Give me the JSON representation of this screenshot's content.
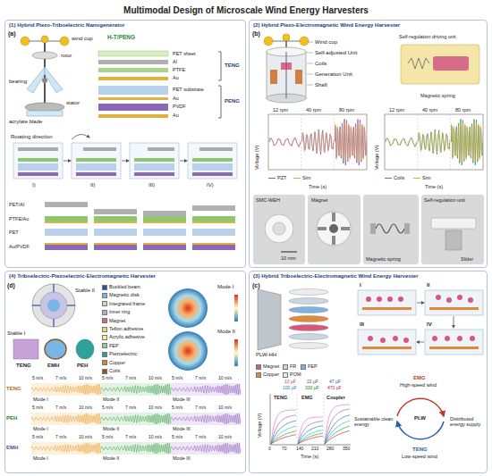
{
  "diagram": {
    "title": "Multimodal Design of Microscale Wind Energy Harvesters",
    "nodes": [
      {
        "text": [
          "(1) Hybrid Piezo-Triboelectric Nanogenerator"
        ]
      },
      {
        "text": [
          "(2) Hybrid Piezo-Electromagnetic Wind Energy Harvester"
        ]
      },
      {
        "text": [
          "(4) Triboelectric-Piezoelectric-Electromagnetic Harvester"
        ]
      },
      {
        "text": [
          "(3) Hybrid Triboelectric-Electromagnetic Wind Energy Harvester"
        ]
      }
    ],
    "labels": [
      "(a)",
      "wind cup",
      "rotor",
      "bearing",
      "acrylate blade",
      "stator",
      "H-T/PENG",
      "PET sheet",
      "Al",
      "PTFE",
      "Au",
      "PET substrate",
      "Au",
      "PVDF",
      "Au",
      "TENG",
      "PENG",
      "Rotating direction",
      "I)",
      "II)",
      "III)",
      "IV)",
      "PET/Al",
      "PTFE/Au",
      "PET",
      "Au/PVDF",
      "(b)",
      "Wind cup",
      "Self-adjusted Unit",
      "Coils",
      "Generation Unit",
      "Shaft",
      "Self-regulation driving unit",
      "Magnetic spring",
      "12 rpm",
      "40 rpm",
      "80 rpm",
      "12 rpm",
      "40 rpm",
      "80 rpm",
      "Voltage (V)",
      "Time (s)",
      "Voltage (V)",
      "Time (s)",
      "SMC-WEH",
      "10 mm",
      "Magnet",
      "Magnetic spring",
      "Self-regulation unit",
      "Slider",
      "(d)",
      "Stable I",
      "Stable II",
      "TENG",
      "EMH",
      "PEH",
      "Mode I",
      "Mode II",
      "TENG",
      "5 m/s",
      "7 m/s",
      "10 m/s",
      "5 m/s",
      "7 m/s",
      "10 m/s",
      "5 m/s",
      "7 m/s",
      "10 m/s",
      "Mode I",
      "Mode II",
      "Mode III",
      "PEH",
      "5 m/s",
      "7 m/s",
      "10 m/s",
      "5 m/s",
      "7 m/s",
      "10 m/s",
      "5 m/s",
      "7 m/s",
      "10 m/s",
      "Mode I",
      "Mode II",
      "Mode III",
      "EMH",
      "5 m/s",
      "7 m/s",
      "10 m/s",
      "5 m/s",
      "7 m/s",
      "10 m/s",
      "5 m/s",
      "7 m/s",
      "10 m/s",
      "Mode I",
      "Mode II",
      "Mode III",
      "(c)",
      "PLW-HH",
      "I",
      "II",
      "III",
      "IV",
      "10 µF",
      "22 µF",
      "47 µF",
      "100 µF",
      "330 µF",
      "470 µF",
      "TENG",
      "EMG",
      "Coupler",
      "0",
      "70",
      "140",
      "210",
      "280",
      "350",
      "Time (s)",
      "Voltage (V)",
      "EMG",
      "High-speed wind",
      "PLW",
      "TENG",
      "Low-speed wind",
      "Sustainable clean energy",
      "Distributed energy supply"
    ],
    "legend": [
      {
        "text": "PZT"
      },
      {
        "text": "Sim"
      },
      {
        "text": "Coils"
      },
      {
        "text": "Sim"
      },
      {
        "text": "Buckled beam",
        "color": "#2f4f9e"
      },
      {
        "text": "Magnetic disk",
        "color": "#78b6e6"
      },
      {
        "text": "Integrated frame",
        "color": "#cfcfcf"
      },
      {
        "text": "Inner ring",
        "color": "#b7a9d9"
      },
      {
        "text": "Magnet",
        "color": "#e0607e"
      },
      {
        "text": "Teflon adhesive",
        "color": "#f2d65a"
      },
      {
        "text": "Acrylic adhesive",
        "color": "#f7eaa8"
      },
      {
        "text": "FEP",
        "color": "#8fcf8f"
      },
      {
        "text": "Piezoelectric",
        "color": "#2fa39b"
      },
      {
        "text": "Copper",
        "color": "#d9822b"
      },
      {
        "text": "Coils",
        "color": "#8b5a2b"
      },
      {
        "text": "Magnet",
        "color": "#d9577a"
      },
      {
        "text": "FR",
        "color": "#c9d6e3"
      },
      {
        "text": "FEP",
        "color": "#7fb2e0"
      },
      {
        "text": "Copper",
        "color": "#de8a3a"
      },
      {
        "text": "POM",
        "color": "#ececec"
      }
    ]
  }
}
